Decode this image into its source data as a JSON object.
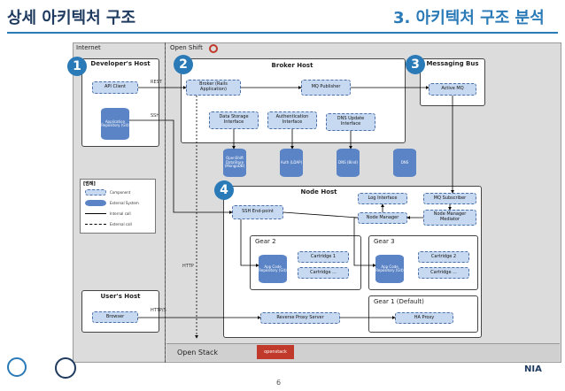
{
  "header": {
    "title_left": "상세 아키텍처 구조",
    "title_right": "3. 아키텍처 구조 분석"
  },
  "zones": {
    "internet": "Internet",
    "openshift": "Open Shift",
    "openstack": "Open Stack"
  },
  "badges": [
    "1",
    "2",
    "3",
    "4"
  ],
  "developer_host": {
    "title": "Developer's Host",
    "api_client": "API Client",
    "app_repo": "Application Repository (Git)"
  },
  "broker_host": {
    "title": "Broker Host",
    "broker": "Broker (Rails Application)",
    "mq_publisher": "MQ Publisher",
    "data_storage": "Data Storage Interface",
    "authentication": "Authentication Interface",
    "dns_update": "DNS Update Interface"
  },
  "messaging_bus": {
    "title": "Messaging Bus",
    "active_mq": "Active MQ"
  },
  "storages": [
    "OpenShift DataStore (MongoDB)",
    "Auth (LDAP)",
    "DNS (Bind)",
    "DNS"
  ],
  "node_host": {
    "title": "Node Host",
    "ssh_endpoint": "SSH End-point",
    "log_interface": "Log Interface",
    "mq_subscriber": "MQ Subscriber",
    "node_manager": "Node Manager",
    "node_manager_mediator": "Node Manager Mediator"
  },
  "gear2": {
    "title": "Gear 2",
    "repo": "App Code Repository (Git)",
    "cartridge1": "Cartridge 1",
    "cartridge_more": "Cartridge ..."
  },
  "gear3": {
    "title": "Gear 3",
    "repo": "App Code Repository (Git)",
    "cartridge2": "Cartridge 2",
    "cartridge_more": "Cartridge ..."
  },
  "gear1": {
    "title": "Gear 1 (Default)",
    "ha_proxy": "HA Proxy"
  },
  "users_host": {
    "title": "User's Host",
    "browser": "Browser"
  },
  "reverse_proxy": "Reverse Proxy Server",
  "legend": {
    "title": "[범례]",
    "items": [
      "Component",
      "External System",
      "Internal call",
      "External call"
    ]
  },
  "edge_labels": {
    "rest": "REST",
    "ssh": "SSH",
    "https": "HTTP/S",
    "http": "HTTP"
  },
  "footer": {
    "page": "6",
    "openstack_logo": "openstack",
    "nia": "NIA"
  },
  "colors": {
    "badge_blue": "#2a7ab8",
    "component": "#c7d9f0",
    "storage": "#5a84c5",
    "title": "#1f3a5f"
  }
}
